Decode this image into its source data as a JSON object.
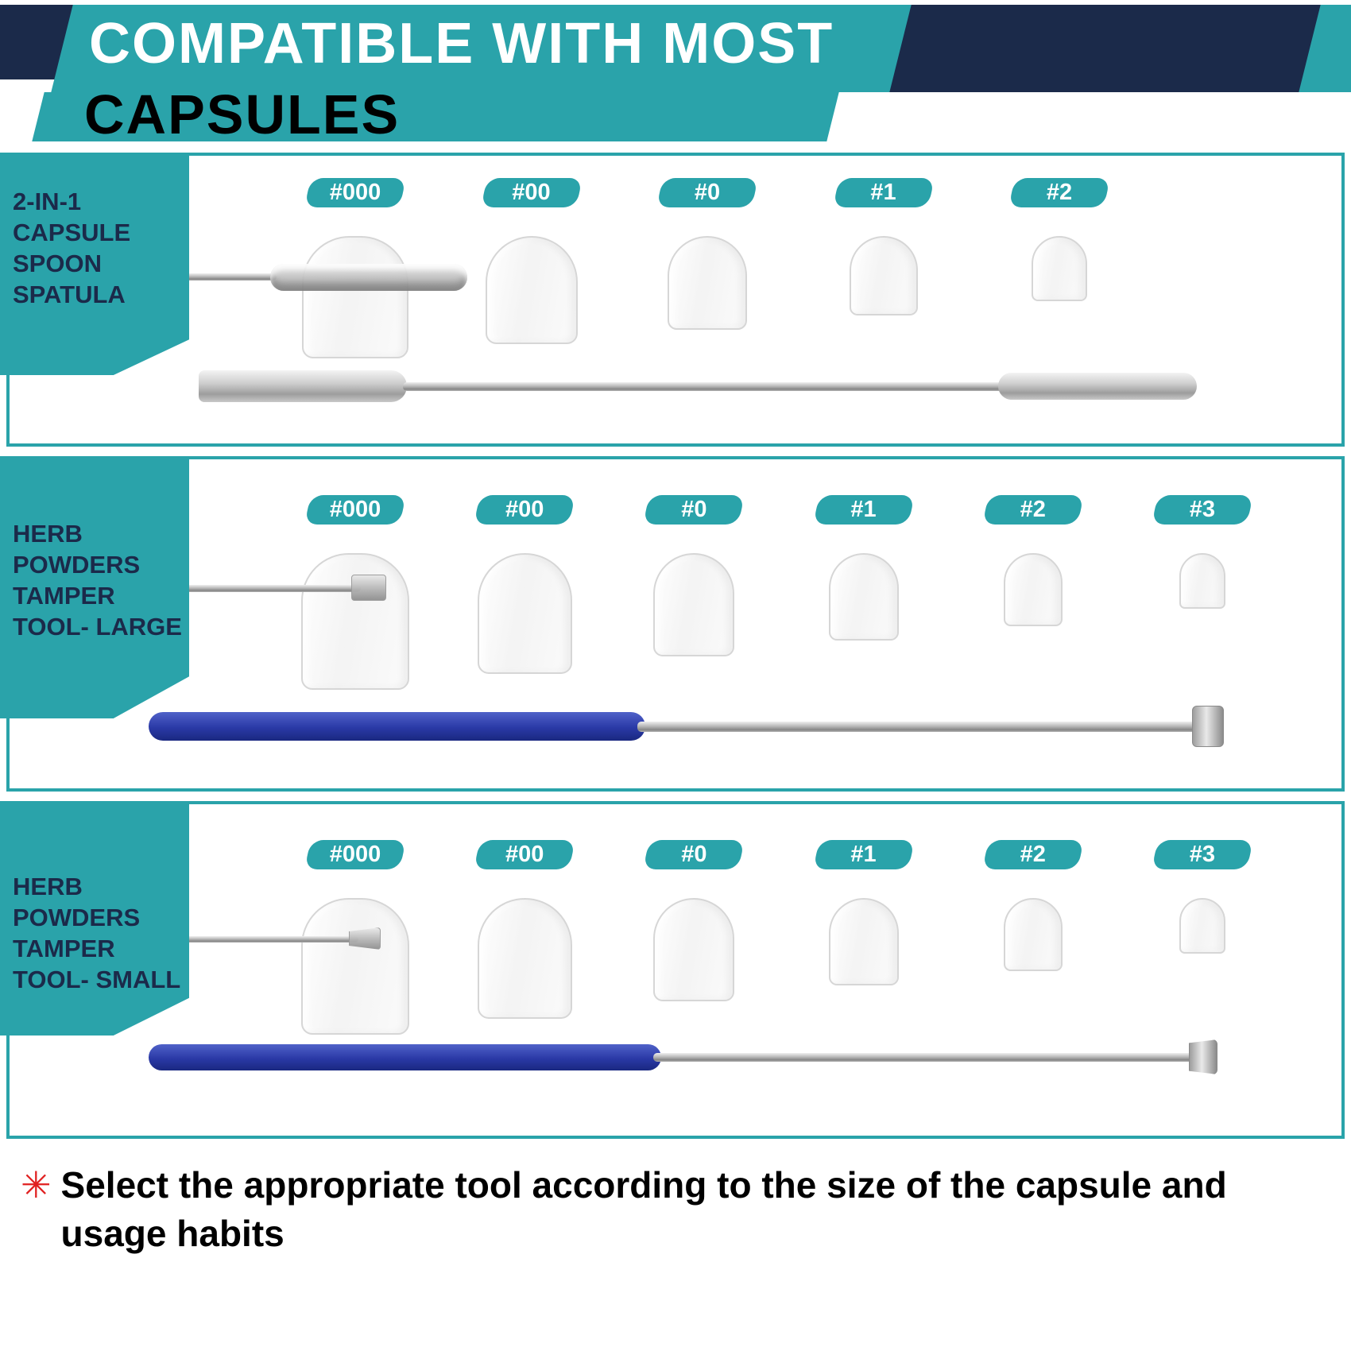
{
  "header": {
    "title_line1": "COMPATIBLE WITH MOST",
    "title_line2": "CAPSULES"
  },
  "sections": [
    {
      "id": "spoon-spatula",
      "label_lines": [
        "2-IN-1",
        "CAPSULE",
        "SPOON",
        "SPATULA"
      ],
      "capsule_sizes": [
        "#000",
        "#00",
        "#0",
        "#1",
        "#2"
      ]
    },
    {
      "id": "tamper-large",
      "label_lines": [
        "HERB",
        "POWDERS",
        "TAMPER",
        "TOOL- LARGE"
      ],
      "capsule_sizes": [
        "#000",
        "#00",
        "#0",
        "#1",
        "#2",
        "#3"
      ]
    },
    {
      "id": "tamper-small",
      "label_lines": [
        "HERB",
        "POWDERS",
        "TAMPER",
        "TOOL- SMALL"
      ],
      "capsule_sizes": [
        "#000",
        "#00",
        "#0",
        "#1",
        "#2",
        "#3"
      ]
    }
  ],
  "footer": {
    "star_icon": "✳",
    "note": "Select the appropriate tool according to the size of the capsule and usage habits"
  },
  "colors": {
    "teal": "#2aa3aa",
    "navy": "#1b2a4a",
    "handle-blue": "#2a39a6",
    "note-red": "#e02020"
  }
}
